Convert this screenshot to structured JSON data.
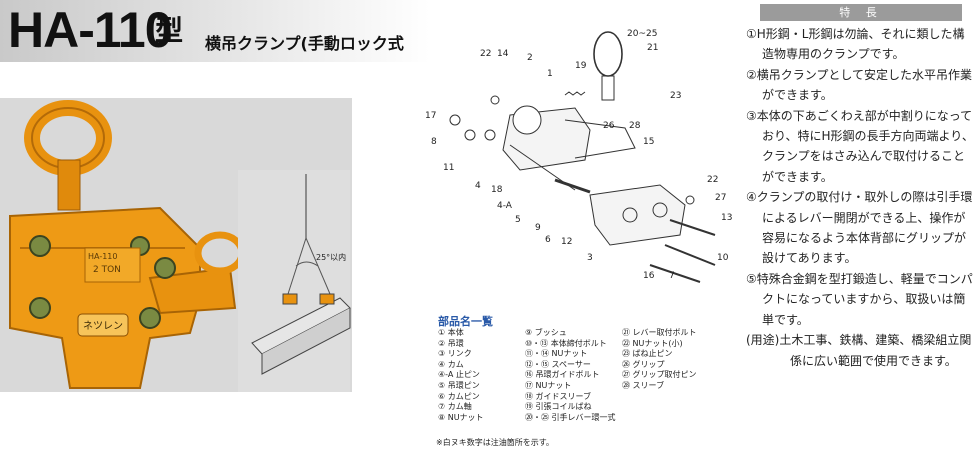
{
  "header": {
    "model": "HA-110",
    "model_suffix": "型",
    "subtitle": "横吊クランプ(手動ロック式"
  },
  "photo": {
    "angle_label": "25°以内",
    "brand_badge": "ネツレン",
    "plate_text": [
      "HA-110",
      "2 TON"
    ]
  },
  "diagram": {
    "callouts": [
      "22",
      "14",
      "2",
      "1",
      "19",
      "20~25",
      "21",
      "23",
      "17",
      "8",
      "11",
      "4",
      "18",
      "4-A",
      "5",
      "9",
      "6",
      "12",
      "3",
      "26",
      "28",
      "15",
      "22",
      "27",
      "13",
      "10",
      "16",
      "7"
    ]
  },
  "parts": {
    "title": "部品名一覧",
    "col1": [
      "① 本体",
      "② 吊環",
      "③ リンク",
      "④ カム",
      "④-A 止ピン",
      "⑤ 吊環ピン",
      "⑥ カムピン",
      "⑦ カム軸",
      "⑧ NUナット"
    ],
    "col2": [
      "⑨ ブッシュ",
      "⑩・⑬ 本体締付ボルト",
      "⑪・⑭ NUナット",
      "⑫・⑮ スペーサー",
      "⑯ 吊環ガイドボルト",
      "⑰ NUナット",
      "⑱ ガイドスリーブ",
      "⑲ 引張コイルばね",
      "⑳・㉕ 引手レバー環一式"
    ],
    "col3": [
      "㉑ レバー取付ボルト",
      "㉒ NUナット(小)",
      "㉓ ばね止ピン",
      "㉖ グリップ",
      "㉗ グリップ取付ピン",
      "㉘ スリーブ"
    ],
    "note": "※白ヌキ数字は注油箇所を示す。"
  },
  "features": {
    "heading": "特 長",
    "items": [
      "①H形鋼・L形鋼は勿論、それに類した構造物専用のクランプです。",
      "②横吊クランプとして安定した水平吊作業ができます。",
      "③本体の下あごくわえ部が中割りになっており、特にH形鋼の長手方向両端より、クランプをはさみ込んで取付けることができます。",
      "④クランプの取付け・取外しの際は引手環によるレバー開閉ができる上、操作が容易になるよう本体背部にグリップが設けてあります。",
      "⑤特殊合金鋼を型打鍛造し、軽量でコンパクトになっていますから、取扱いは簡単です。"
    ],
    "usage": "(用途)土木工事、鉄構、建築、橋梁組立関係に広い範囲で使用できます。"
  },
  "colors": {
    "clamp_orange": "#e8920f",
    "title_band": "#cfcfcf",
    "feature_head": "#9b9b9b",
    "parts_title": "#2a5aa8"
  }
}
